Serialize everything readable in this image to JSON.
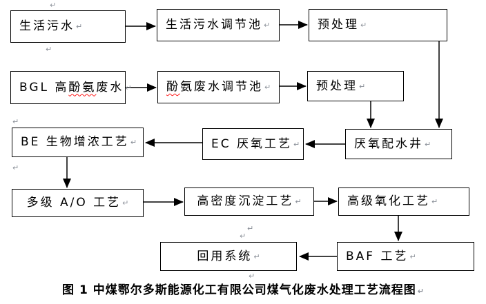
{
  "figure": {
    "caption": "图 1 中煤鄂尔多斯能源化工有限公司煤气化废水处理工艺流程图"
  },
  "glyphs": {
    "return_mark": "↵"
  },
  "colors": {
    "background": "#ffffff",
    "line": "#000000",
    "text": "#000000",
    "spellcheck_underline": "#ff1a1a",
    "format_mark": "#8a8f98"
  },
  "nodes": {
    "domestic_sewage": {
      "label": "生活污水"
    },
    "domestic_tank": {
      "label": "生活污水调节池"
    },
    "pretreatment_1": {
      "label": "预处理"
    },
    "bgl": {
      "pre": "BGL 高",
      "misspelled": "酚氨",
      "post": "废水"
    },
    "phenol_tank": {
      "misspelled": "酚",
      "post": "氨废水调节池"
    },
    "pretreatment_2": {
      "label": "预处理"
    },
    "be": {
      "label": "BE 生物增浓工艺"
    },
    "ec": {
      "label": "EC 厌氧工艺"
    },
    "anaerobic_well": {
      "label": "厌氧配水井"
    },
    "multistage_ao": {
      "label": "多级 A/O 工艺"
    },
    "high_density_sedimentation": {
      "label": "高密度沉淀工艺"
    },
    "advanced_oxidation": {
      "label": "高级氧化工艺"
    },
    "reuse_system": {
      "label": "回用系统"
    },
    "baf": {
      "label": "BAF 工艺"
    }
  },
  "edges": [
    {
      "from": "domestic_sewage",
      "to": "domestic_tank"
    },
    {
      "from": "domestic_tank",
      "to": "pretreatment_1"
    },
    {
      "from": "bgl",
      "to": "phenol_tank"
    },
    {
      "from": "phenol_tank",
      "to": "pretreatment_2"
    },
    {
      "from": "pretreatment_1",
      "to": "anaerobic_well"
    },
    {
      "from": "pretreatment_2",
      "to": "anaerobic_well"
    },
    {
      "from": "anaerobic_well",
      "to": "ec"
    },
    {
      "from": "ec",
      "to": "be"
    },
    {
      "from": "be",
      "to": "multistage_ao"
    },
    {
      "from": "multistage_ao",
      "to": "high_density_sedimentation"
    },
    {
      "from": "high_density_sedimentation",
      "to": "advanced_oxidation"
    },
    {
      "from": "advanced_oxidation",
      "to": "baf"
    },
    {
      "from": "baf",
      "to": "reuse_system"
    }
  ]
}
